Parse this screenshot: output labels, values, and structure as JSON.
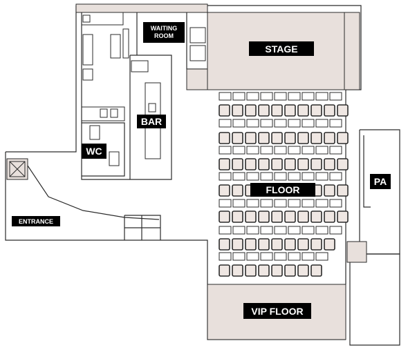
{
  "floorplan": {
    "rooms": {
      "stage": "STAGE",
      "floor": "FLOOR",
      "vip_floor": "VIP FLOOR",
      "pa": "PA",
      "bar": "BAR",
      "wc": "WC",
      "waiting_room_line1": "WAITING",
      "waiting_room_line2": "ROOM",
      "entrance": "ENTRANCE"
    },
    "colors": {
      "wall": "#2a2a2a",
      "fill": "#e8e0dc",
      "label_bg": "#000000",
      "label_text": "#ffffff",
      "seat_fill": "#efe7e3"
    }
  }
}
